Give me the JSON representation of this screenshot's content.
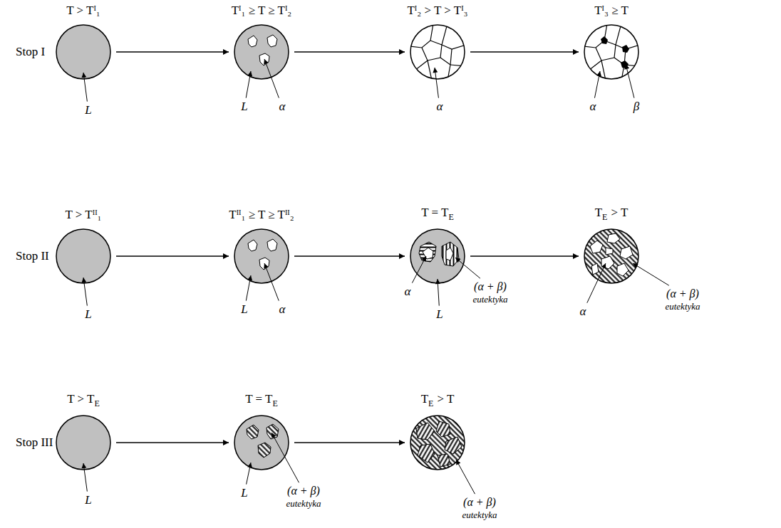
{
  "diagram": {
    "nodes": [
      {
        "text": [
          "T > Tᴵ₁"
        ]
      },
      {
        "text": [
          "Tᴵ₁ ≥ T ≥ Tᴵ₂"
        ]
      },
      {
        "text": [
          "Tᴵ₂ > T > Tᴵ₃"
        ]
      },
      {
        "text": [
          "Tᴵ₃ ≥ T"
        ]
      },
      {
        "text": [
          "T > Tᴵᴵ₁"
        ]
      },
      {
        "text": [
          "Tᴵᴵ₁ ≥ T ≥ Tᴵᴵ₂"
        ]
      },
      {
        "text": [
          "T = T",
          "E"
        ]
      },
      {
        "text": [
          "T",
          "E",
          "> T"
        ]
      },
      {
        "text": [
          "T > T",
          "E"
        ]
      },
      {
        "text": [
          "T = T",
          "E"
        ]
      },
      {
        "text": [
          "T",
          "E",
          "> T"
        ]
      }
    ],
    "edges": [
      {
        "from": 0,
        "to": 1,
        "arrow": "to"
      },
      {
        "from": 1,
        "to": 2,
        "arrow": "to"
      },
      {
        "from": 2,
        "to": 3,
        "arrow": "to"
      },
      {
        "from": 4,
        "to": 5,
        "arrow": "to"
      },
      {
        "from": 5,
        "to": 6,
        "arrow": "to"
      },
      {
        "from": 6,
        "to": 7,
        "arrow": "to"
      },
      {
        "from": 8,
        "to": 9,
        "arrow": "to"
      },
      {
        "from": 9,
        "to": 10,
        "arrow": "to"
      }
    ],
    "labels": [
      "Stop I",
      "L",
      "L",
      "α",
      "α",
      "α",
      "β",
      "Stop II",
      "L",
      "L",
      "α",
      "α",
      "L",
      "(α + β)",
      "eutektyka",
      "α",
      "(α + β)",
      "eutektyka",
      "Stop III",
      "L",
      "L",
      "(α + β)",
      "eutektyka",
      "(α + β)",
      "eutektyka"
    ]
  }
}
